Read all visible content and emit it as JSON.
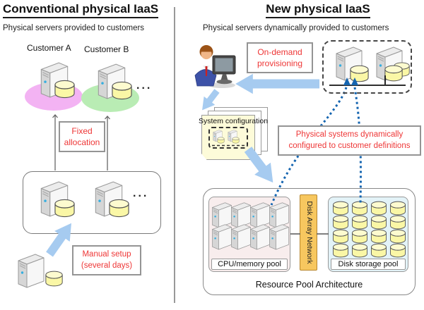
{
  "left": {
    "title": "Conventional physical IaaS",
    "subtitle": "Physical servers provided to customers",
    "customer_a": "Customer A",
    "customer_b": "Customer B",
    "ellipsis_customers": "...",
    "fixed_allocation": "Fixed allocation",
    "ellipsis_pool": "...",
    "manual_setup_l1": "Manual setup",
    "manual_setup_l2": "(several days)"
  },
  "right": {
    "title": "New physical IaaS",
    "subtitle": "Physical servers dynamically provided to customers",
    "on_demand_l1": "On-demand",
    "on_demand_l2": "provisioning",
    "system_configuration": "System configuration",
    "dynamic_l1": "Physical systems dynamically",
    "dynamic_l2": "configured to customer definitions",
    "resource_pool_label": "Resource Pool Architecture",
    "cpu_pool_label": "CPU/memory pool",
    "dan_label": "Disk Array Network",
    "disk_pool_label": "Disk storage pool"
  },
  "grids": {
    "cpu_pool": {
      "rows": 2,
      "cols": 4
    },
    "disk_pool": {
      "rows": 4,
      "cols": 4
    }
  },
  "icons": {
    "server": "server-tower-icon",
    "disk": "disk-cylinder-icon",
    "admin": "admin-user-icon",
    "monitor": "monitor-icon",
    "documents": "document-stack-icon"
  },
  "colors": {
    "red_text": "#ee3636",
    "arrow_blue": "#a6cbf0",
    "dotted_blue": "#1565b0",
    "customer_a_ellipse": "#f3b3f3",
    "customer_b_ellipse": "#b9ecb4",
    "disk_yellow": "#faf7a6",
    "page_yellow": "#fdfbd9",
    "dan_orange": "#f7c75f",
    "cpu_pool_bg": "#f8eded",
    "disk_pool_bg": "#e3f3f8"
  }
}
